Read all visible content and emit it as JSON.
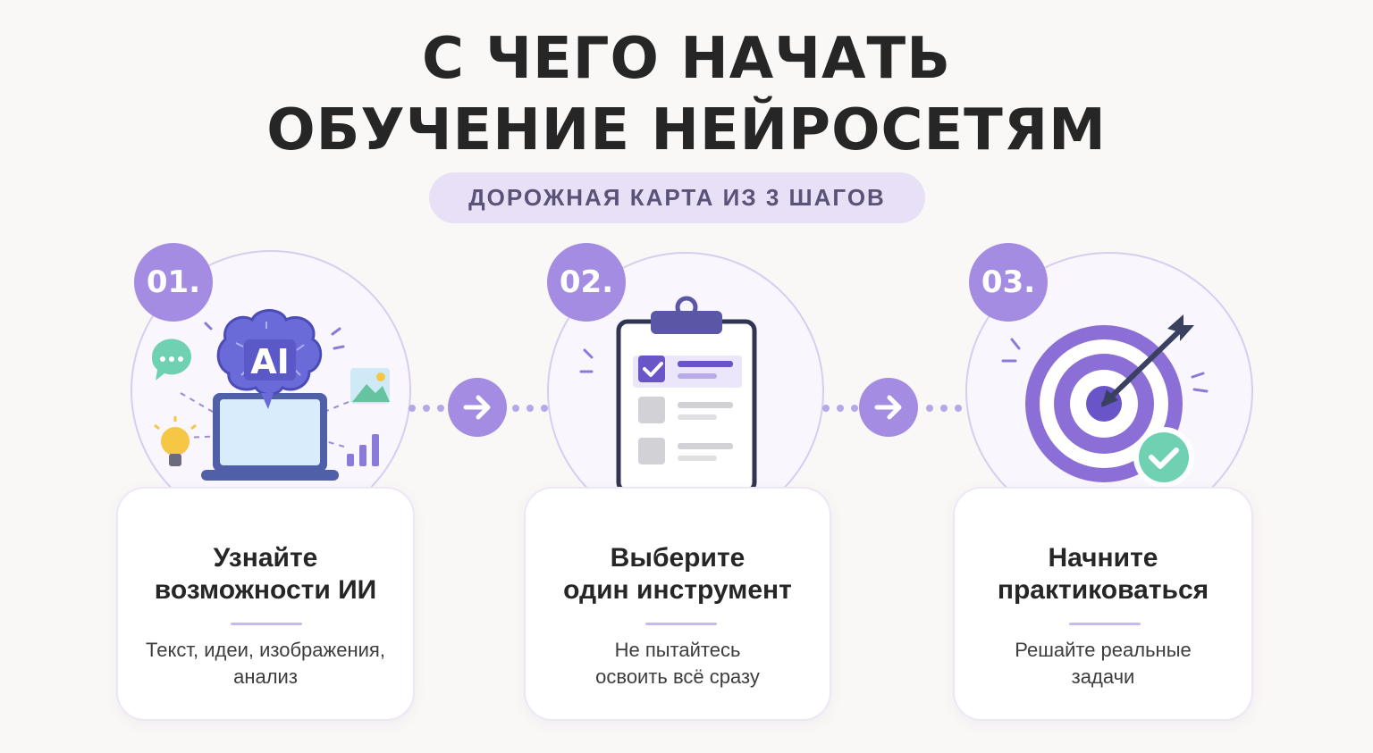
{
  "title": {
    "line1": "С ЧЕГО НАЧАТЬ",
    "line2": "ОБУЧЕНИЕ НЕЙРОСЕТЯМ"
  },
  "subtitle": "ДОРОЖНАЯ КАРТА ИЗ 3 ШАГОВ",
  "colors": {
    "accent": "#a48ce2",
    "accent_dark": "#6a55c8",
    "pill_bg": "#e8e0f7",
    "check_green": "#6fd1b2",
    "text": "#262626"
  },
  "steps": [
    {
      "number": "01.",
      "title_line1": "Узнайте",
      "title_line2": "возможности ИИ",
      "desc_line1": "Текст, идеи, изображения,",
      "desc_line2": "анализ",
      "icon": "ai-laptop-icon",
      "icon_text": "AI"
    },
    {
      "number": "02.",
      "title_line1": "Выберите",
      "title_line2": "один инструмент",
      "desc_line1": "Не пытайтесь",
      "desc_line2": "освоить всё сразу",
      "icon": "clipboard-checklist-icon"
    },
    {
      "number": "03.",
      "title_line1": "Начните",
      "title_line2": "практиковаться",
      "desc_line1": "Решайте реальные",
      "desc_line2": "задачи",
      "icon": "target-arrow-icon"
    }
  ],
  "connectors": [
    "arrow-right-icon",
    "arrow-right-icon"
  ]
}
